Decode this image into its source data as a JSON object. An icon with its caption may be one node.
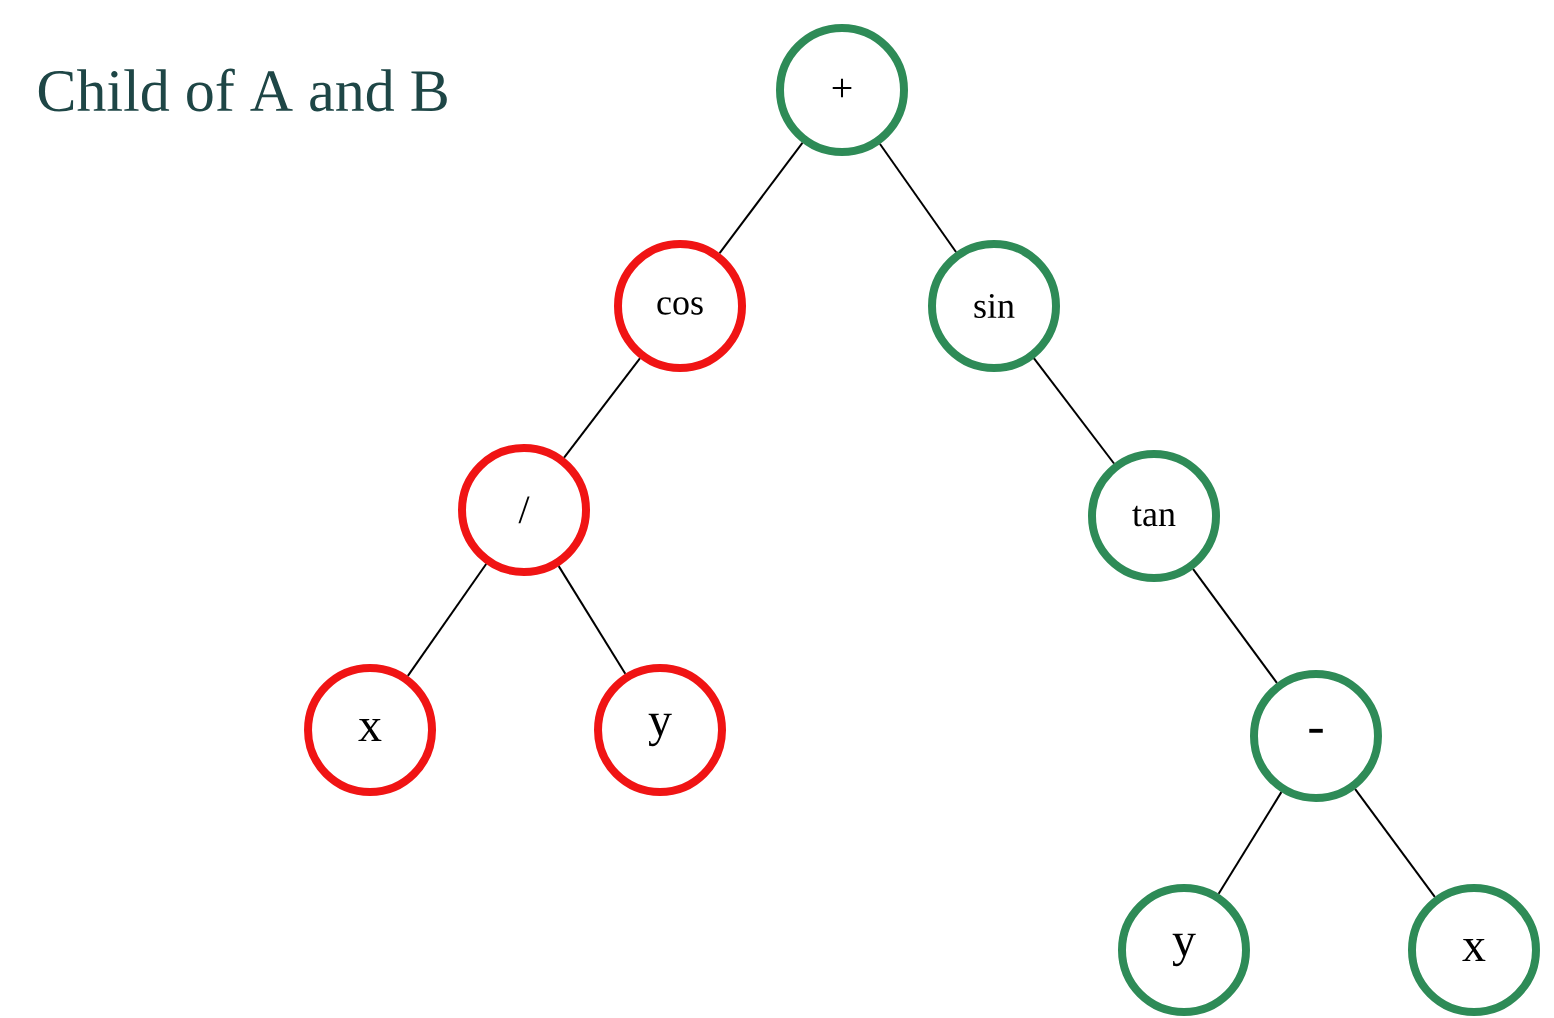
{
  "diagram": {
    "title": "Child of A and B",
    "nodes": [
      {
        "text": [
          "+"
        ]
      },
      {
        "text": [
          "cos"
        ]
      },
      {
        "text": [
          "sin"
        ]
      },
      {
        "text": [
          "/"
        ]
      },
      {
        "text": [
          "x"
        ]
      },
      {
        "text": [
          "y"
        ]
      },
      {
        "text": [
          "tan"
        ]
      },
      {
        "text": [
          "-"
        ]
      },
      {
        "text": [
          "y"
        ]
      },
      {
        "text": [
          "x"
        ]
      }
    ],
    "edges": [
      {
        "from": 0,
        "to": 1,
        "arrow": "none"
      },
      {
        "from": 0,
        "to": 2,
        "arrow": "none"
      },
      {
        "from": 1,
        "to": 3,
        "arrow": "none"
      },
      {
        "from": 3,
        "to": 4,
        "arrow": "none"
      },
      {
        "from": 3,
        "to": 5,
        "arrow": "none"
      },
      {
        "from": 2,
        "to": 6,
        "arrow": "none"
      },
      {
        "from": 6,
        "to": 7,
        "arrow": "none"
      },
      {
        "from": 7,
        "to": 8,
        "arrow": "none"
      },
      {
        "from": 7,
        "to": 9,
        "arrow": "none"
      }
    ]
  }
}
